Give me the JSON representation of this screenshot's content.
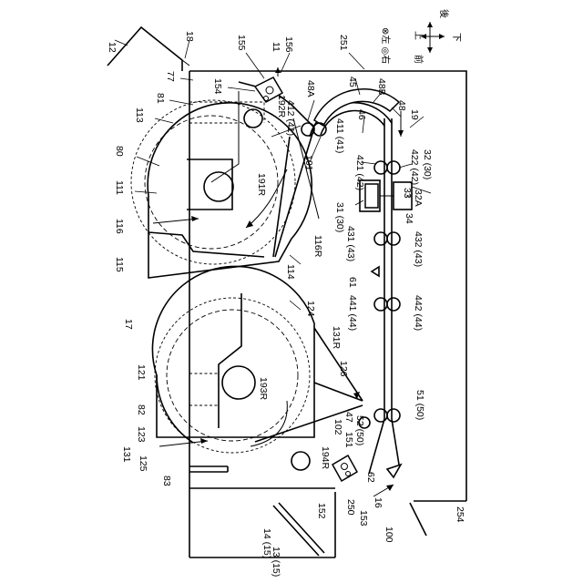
{
  "figure": {
    "labels": {
      "n12": "12",
      "n18": "18",
      "n155": "155",
      "n11": "11",
      "n156": "156",
      "n251": "251",
      "n77": "77",
      "n81": "81",
      "n154": "154",
      "n192R": "192R",
      "n412": "412 (41)",
      "n48A": "48A",
      "n45": "45",
      "n48B": "48B",
      "n48": "48",
      "n19": "19",
      "n46": "46",
      "n113": "113",
      "n80": "80",
      "n111": "111",
      "n116": "116",
      "n115": "115",
      "n191R": "191R",
      "n101": "101",
      "n411": "411 (41)",
      "n421": "421 (42)",
      "n422": "422 (42)",
      "n32": "32 (30)",
      "n33": "33",
      "n32A": "32A",
      "n34": "34",
      "n31": "31 (30)",
      "n116R": "116R",
      "n114": "114",
      "n431": "431 (43)",
      "n432": "432 (43)",
      "n61": "61",
      "n17": "17",
      "n124": "124",
      "n441": "441 (44)",
      "n442": "442 (44)",
      "n131R": "131R",
      "n121": "121",
      "n193R": "193R",
      "n126": "126",
      "n82": "82",
      "n123": "123",
      "n102": "102",
      "n47": "47",
      "n51": "51 (50)",
      "n52": "52 (50)",
      "n151": "151",
      "n131": "131",
      "n125": "125",
      "n194R": "194R",
      "n83": "83",
      "n62": "62",
      "n152": "152",
      "n153": "153",
      "n250": "250",
      "n16": "16",
      "n100": "100",
      "n254": "254",
      "n14": "14 (15)",
      "n13": "13 (15)"
    },
    "legend": {
      "left_right": "⊗左 ◎右",
      "up": "上",
      "front": "前",
      "back": "後",
      "down": "下"
    }
  }
}
